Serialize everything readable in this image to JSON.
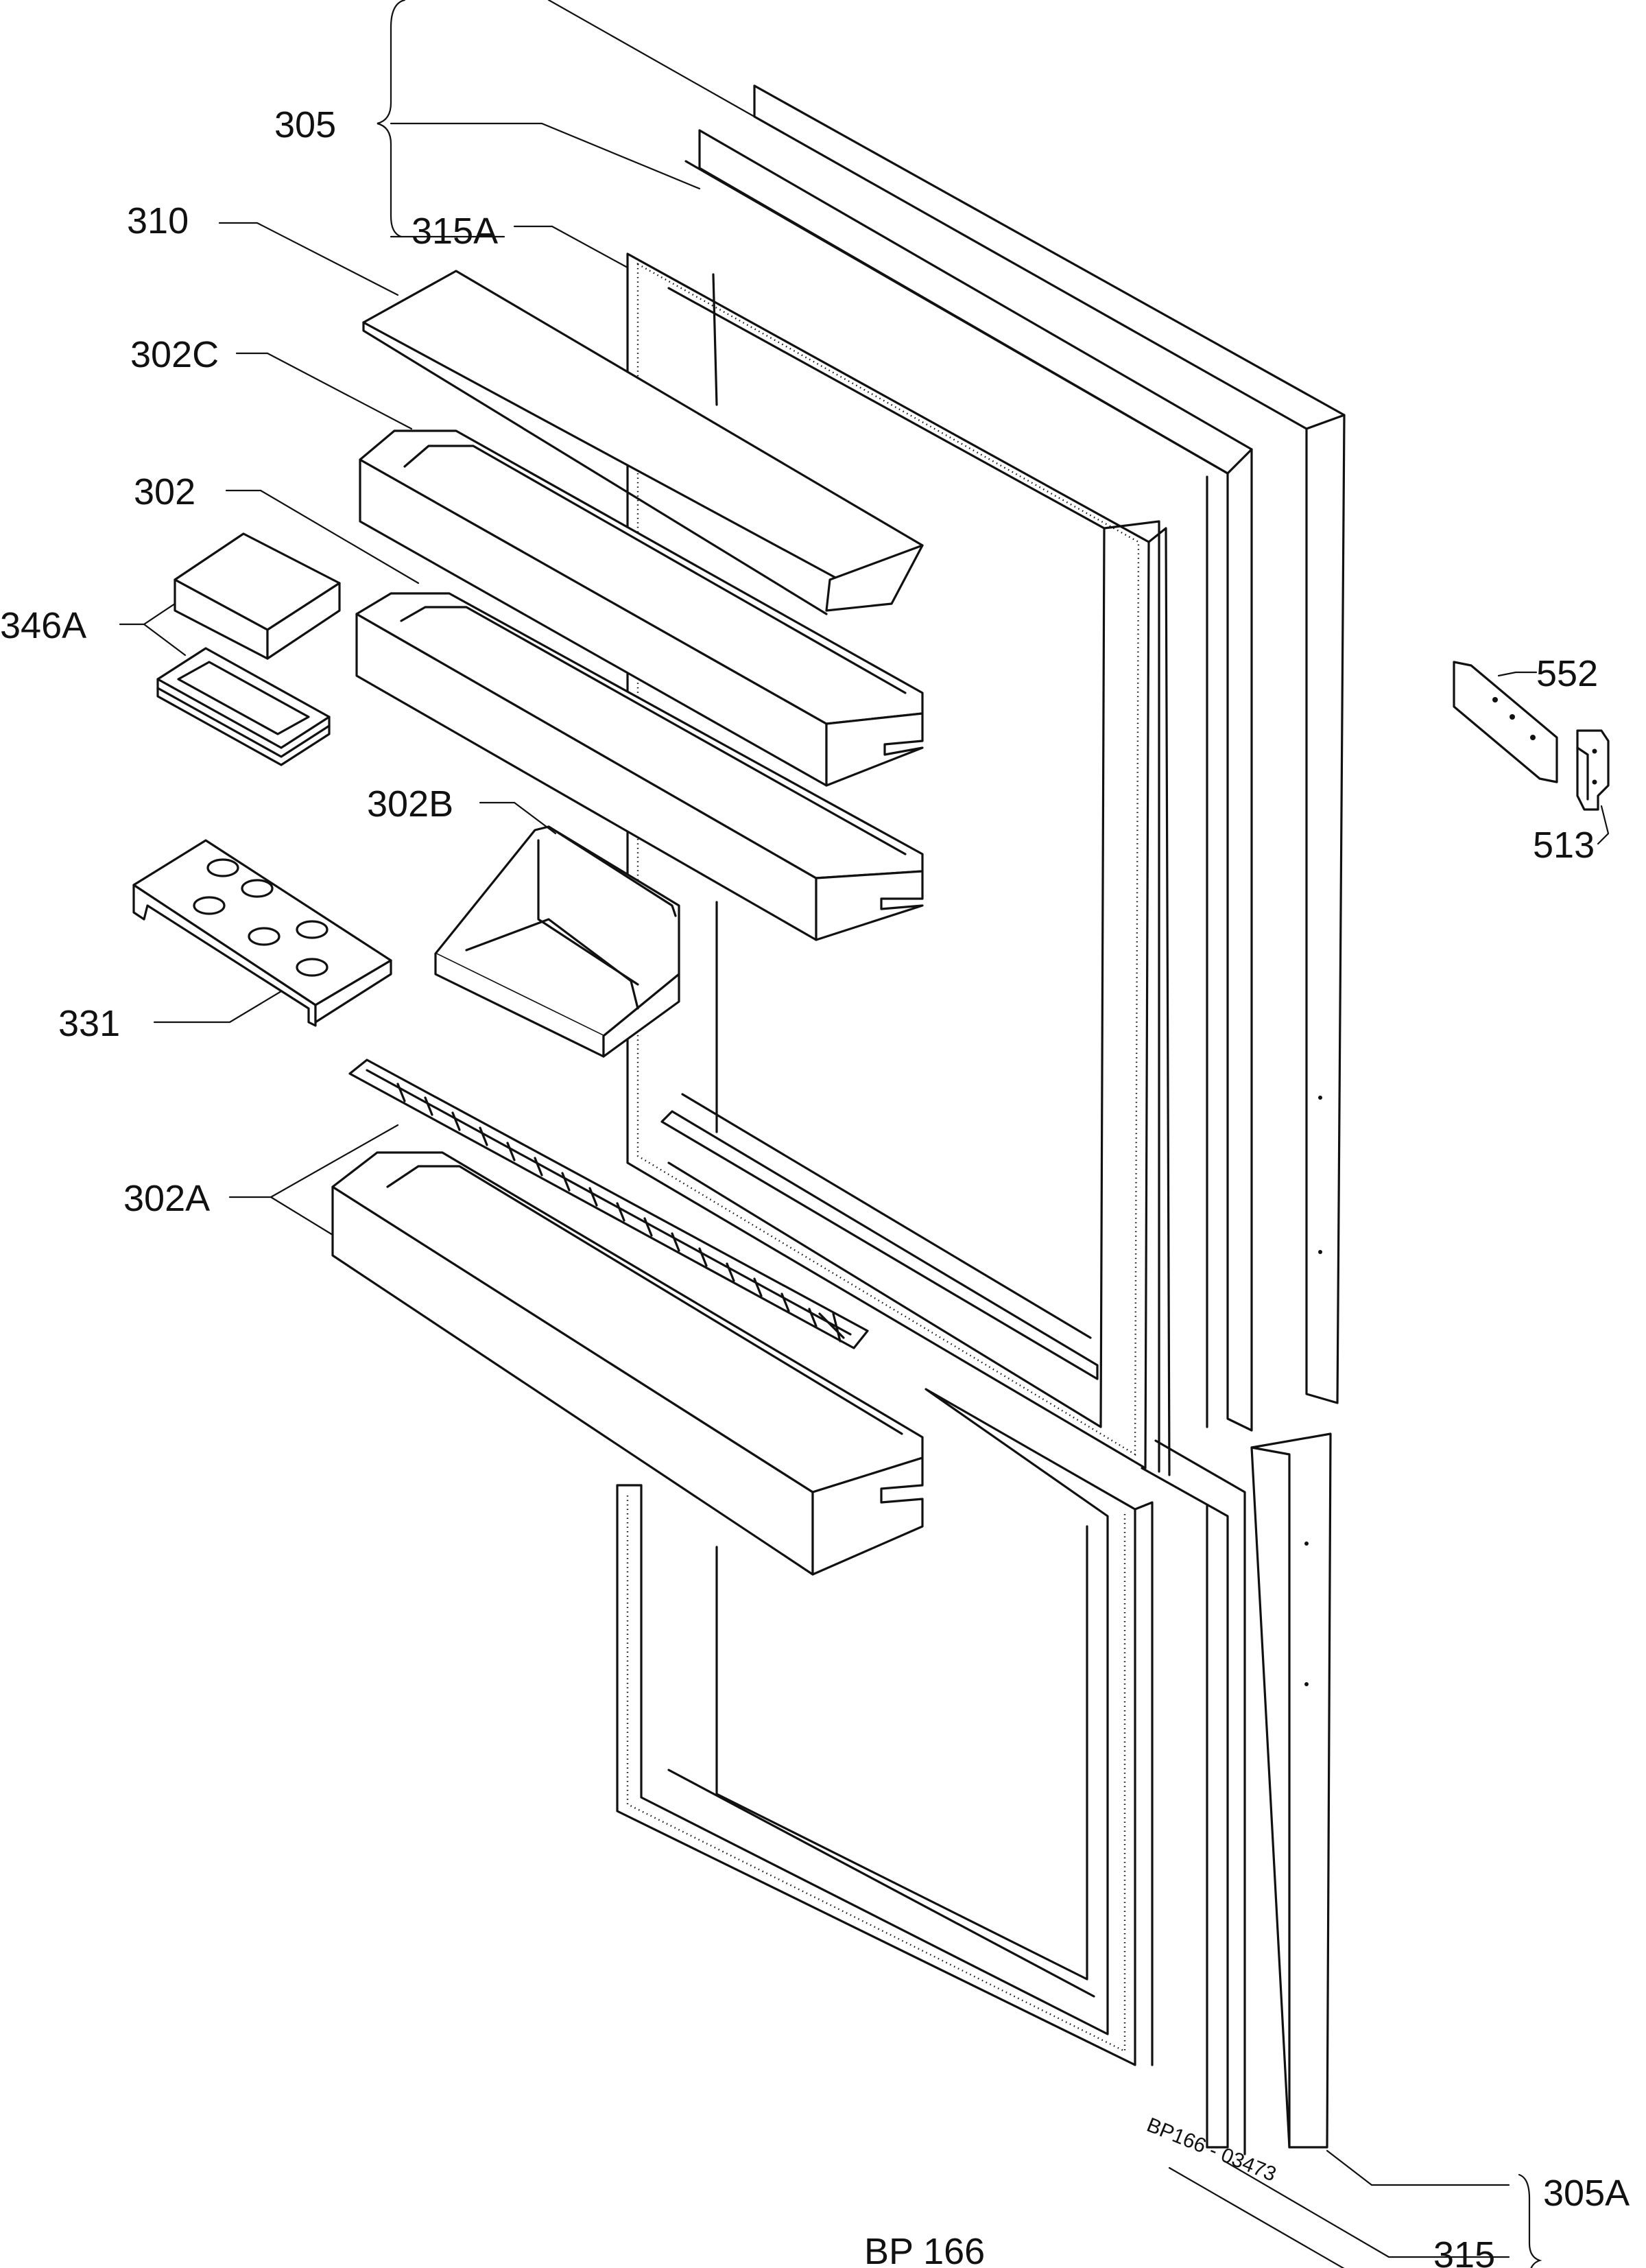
{
  "labels": {
    "l305": "305",
    "l310": "310",
    "l315A": "315A",
    "l302C": "302C",
    "l302": "302",
    "l346A": "346A",
    "l302B": "302B",
    "l331": "331",
    "l302A": "302A",
    "l552": "552",
    "l513": "513",
    "l305A": "305A",
    "l315": "315"
  },
  "drawing_number": "BP 166",
  "reference_note": "BP166 - 03473"
}
